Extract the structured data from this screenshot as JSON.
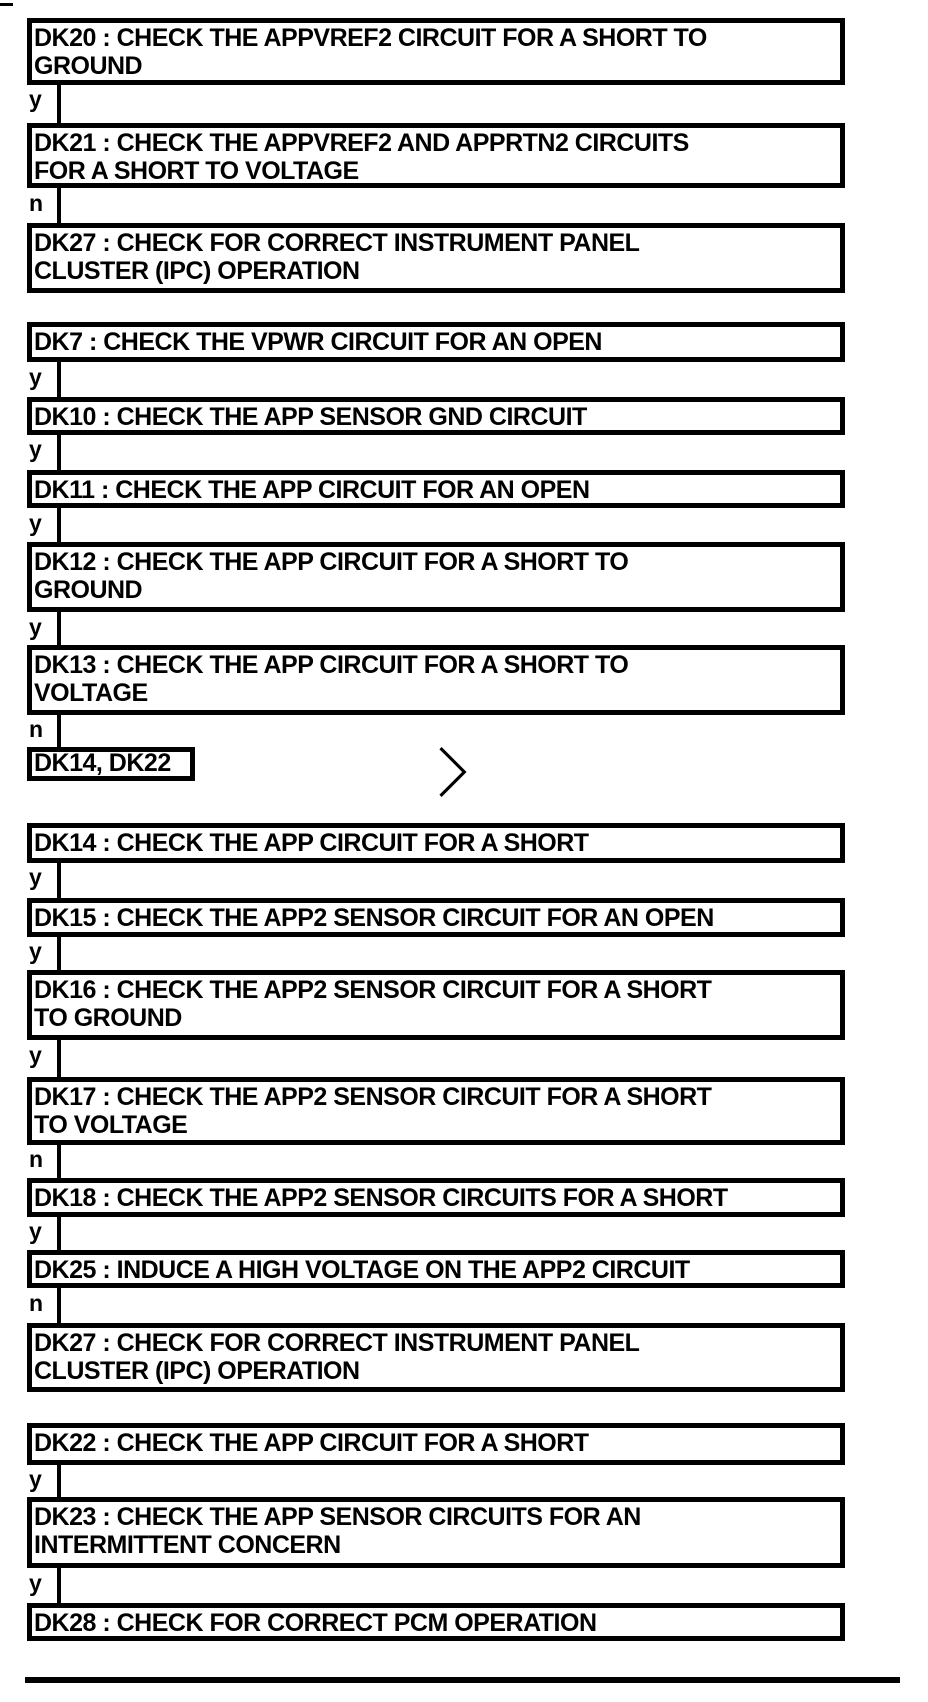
{
  "colors": {
    "line": "#000000",
    "background": "#ffffff"
  },
  "flow": {
    "groups": [
      {
        "steps": [
          {
            "id": "DK20",
            "text": "DK20 : CHECK THE APPVREF2 CIRCUIT FOR A SHORT TO\nGROUND",
            "branch": "y"
          },
          {
            "id": "DK21",
            "text": "DK21 : CHECK THE APPVREF2 AND APPRTN2 CIRCUITS\nFOR A SHORT TO VOLTAGE",
            "branch": "n"
          },
          {
            "id": "DK27",
            "text": "DK27 : CHECK FOR CORRECT INSTRUMENT PANEL\nCLUSTER (IPC) OPERATION",
            "branch": ""
          }
        ]
      },
      {
        "steps": [
          {
            "id": "DK7",
            "text": "DK7 : CHECK THE VPWR CIRCUIT FOR AN OPEN",
            "branch": "y"
          },
          {
            "id": "DK10",
            "text": "DK10 : CHECK THE APP SENSOR GND CIRCUIT",
            "branch": "y"
          },
          {
            "id": "DK11",
            "text": "DK11 : CHECK THE APP CIRCUIT FOR AN OPEN",
            "branch": "y"
          },
          {
            "id": "DK12",
            "text": "DK12 : CHECK THE APP CIRCUIT FOR A SHORT TO\nGROUND",
            "branch": "y"
          },
          {
            "id": "DK13",
            "text": "DK13 : CHECK THE APP CIRCUIT FOR A SHORT TO\nVOLTAGE",
            "branch": "n"
          }
        ],
        "jump": {
          "text": "DK14, DK22",
          "icon": "chevron-right"
        }
      },
      {
        "steps": [
          {
            "id": "DK14",
            "text": "DK14 : CHECK THE APP CIRCUIT FOR A SHORT",
            "branch": "y"
          },
          {
            "id": "DK15",
            "text": "DK15 : CHECK THE APP2 SENSOR CIRCUIT FOR AN OPEN",
            "branch": "y"
          },
          {
            "id": "DK16",
            "text": "DK16 : CHECK THE APP2 SENSOR CIRCUIT FOR A SHORT\nTO GROUND",
            "branch": "y"
          },
          {
            "id": "DK17",
            "text": "DK17 : CHECK THE APP2 SENSOR CIRCUIT FOR A SHORT\nTO VOLTAGE",
            "branch": "n"
          },
          {
            "id": "DK18",
            "text": "DK18 : CHECK THE APP2 SENSOR CIRCUITS FOR A SHORT",
            "branch": "y"
          },
          {
            "id": "DK25",
            "text": "DK25 : INDUCE A HIGH VOLTAGE ON THE APP2 CIRCUIT",
            "branch": "n"
          },
          {
            "id": "DK27",
            "text": "DK27 : CHECK FOR CORRECT INSTRUMENT PANEL\nCLUSTER (IPC) OPERATION",
            "branch": ""
          }
        ]
      },
      {
        "steps": [
          {
            "id": "DK22",
            "text": "DK22 : CHECK THE APP CIRCUIT FOR A SHORT",
            "branch": "y"
          },
          {
            "id": "DK23",
            "text": "DK23 : CHECK THE APP SENSOR CIRCUITS FOR AN\nINTERMITTENT CONCERN",
            "branch": "y"
          },
          {
            "id": "DK28",
            "text": "DK28 : CHECK FOR CORRECT PCM OPERATION",
            "branch": ""
          }
        ]
      }
    ]
  }
}
